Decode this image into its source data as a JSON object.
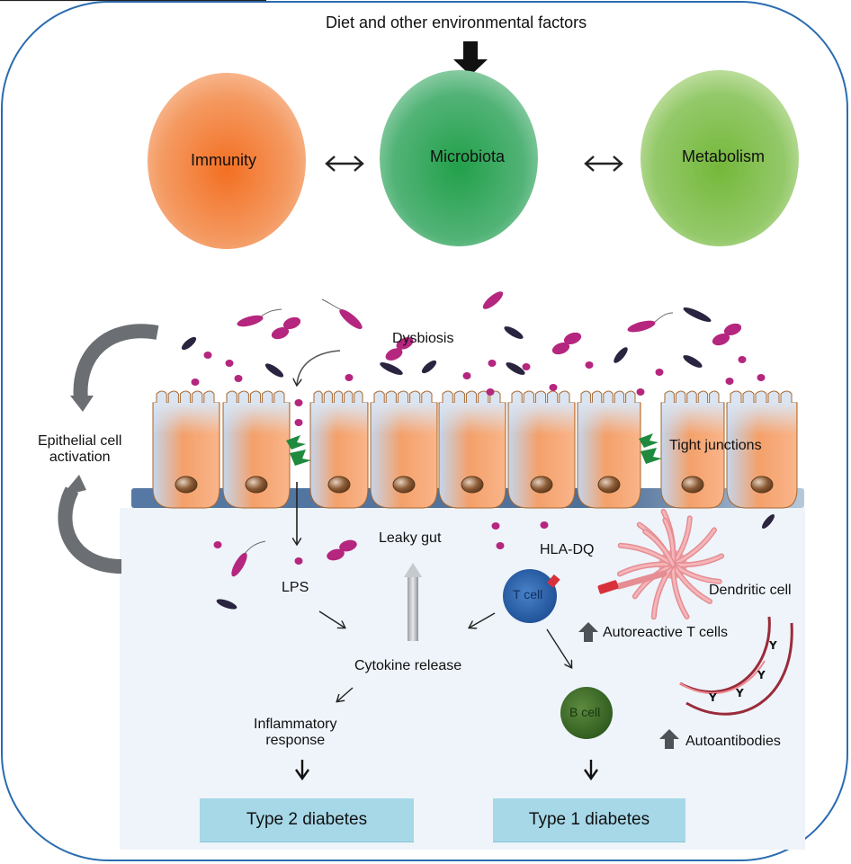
{
  "top": {
    "environment_label": "Diet and other environmental factors",
    "circles": [
      {
        "label": "Immunity",
        "color": "#f37a30"
      },
      {
        "label": "Microbiota",
        "color": "#2aa552"
      },
      {
        "label": "Metabolism",
        "color": "#7fc146"
      }
    ]
  },
  "gut": {
    "dysbiosis_label": "Dysbiosis",
    "epithelial_label_line1": "Epithelial cell",
    "epithelial_label_line2": "activation",
    "tight_junctions_label": "Tight junctions",
    "lps_label": "LPS",
    "leaky_gut_label": "Leaky gut",
    "cytokine_label": "Cytokine release",
    "inflammatory_line1": "Inflammatory",
    "inflammatory_line2": "response",
    "hla_label": "HLA-DQ",
    "t_cell_label": "T cell",
    "b_cell_label": "B cell",
    "dendritic_label": "Dendritic cell",
    "autoreactive_label": "Autoreactive T cells",
    "autoantibodies_label": "Autoantibodies"
  },
  "outcomes": {
    "type2": "Type 2 diabetes",
    "type1": "Type 1 diabetes"
  },
  "colors": {
    "frame": "#2b6cb0",
    "cell_orange": "#f5a06a",
    "cell_blue": "#c9d8ea",
    "bacteria_magenta": "#b5267e",
    "bacteria_dark": "#2a2440",
    "outcome_box": "#a6d8e8"
  }
}
